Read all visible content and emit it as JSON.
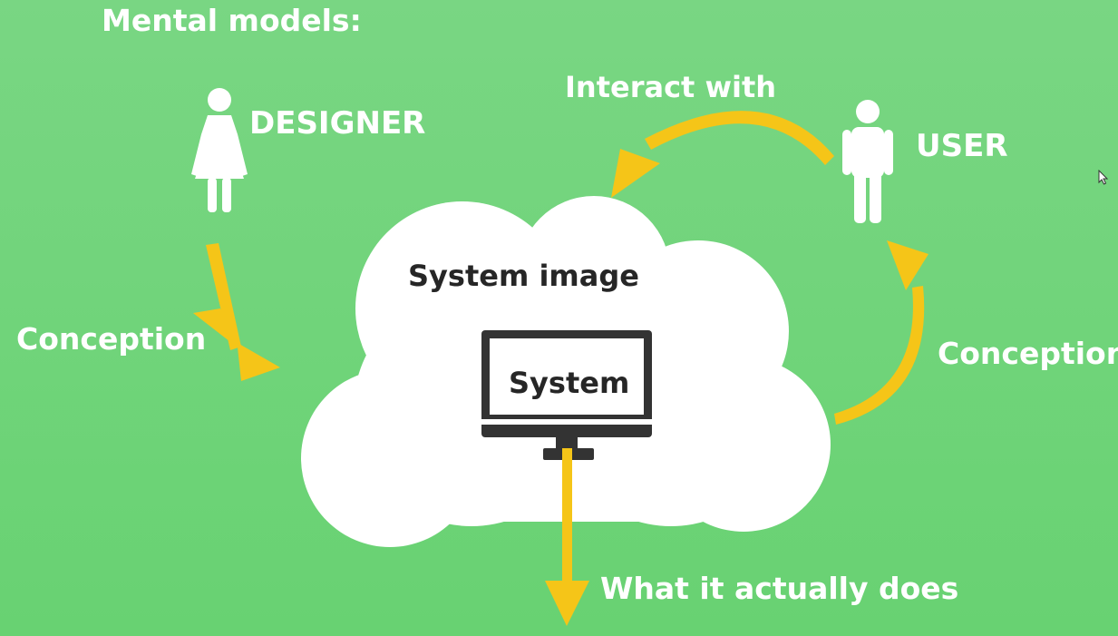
{
  "diagram": {
    "title": "Mental models:",
    "designer_label": "DESIGNER",
    "user_label": "USER",
    "interact_label": "Interact with",
    "conception_left_label": "Conception",
    "conception_right_label": "Conception",
    "system_image_label": "System image",
    "system_label": "System",
    "actual_label": "What it actually does"
  },
  "colors": {
    "background": "#72d47c",
    "arrow": "#f5c518",
    "cloud": "#ffffff",
    "text_light": "#ffffff",
    "text_dark": "#262626",
    "monitor": "#333333"
  },
  "icons": {
    "designer": "female-person-icon",
    "user": "male-person-icon",
    "system": "monitor-icon",
    "cursor": "mouse-pointer-icon"
  }
}
